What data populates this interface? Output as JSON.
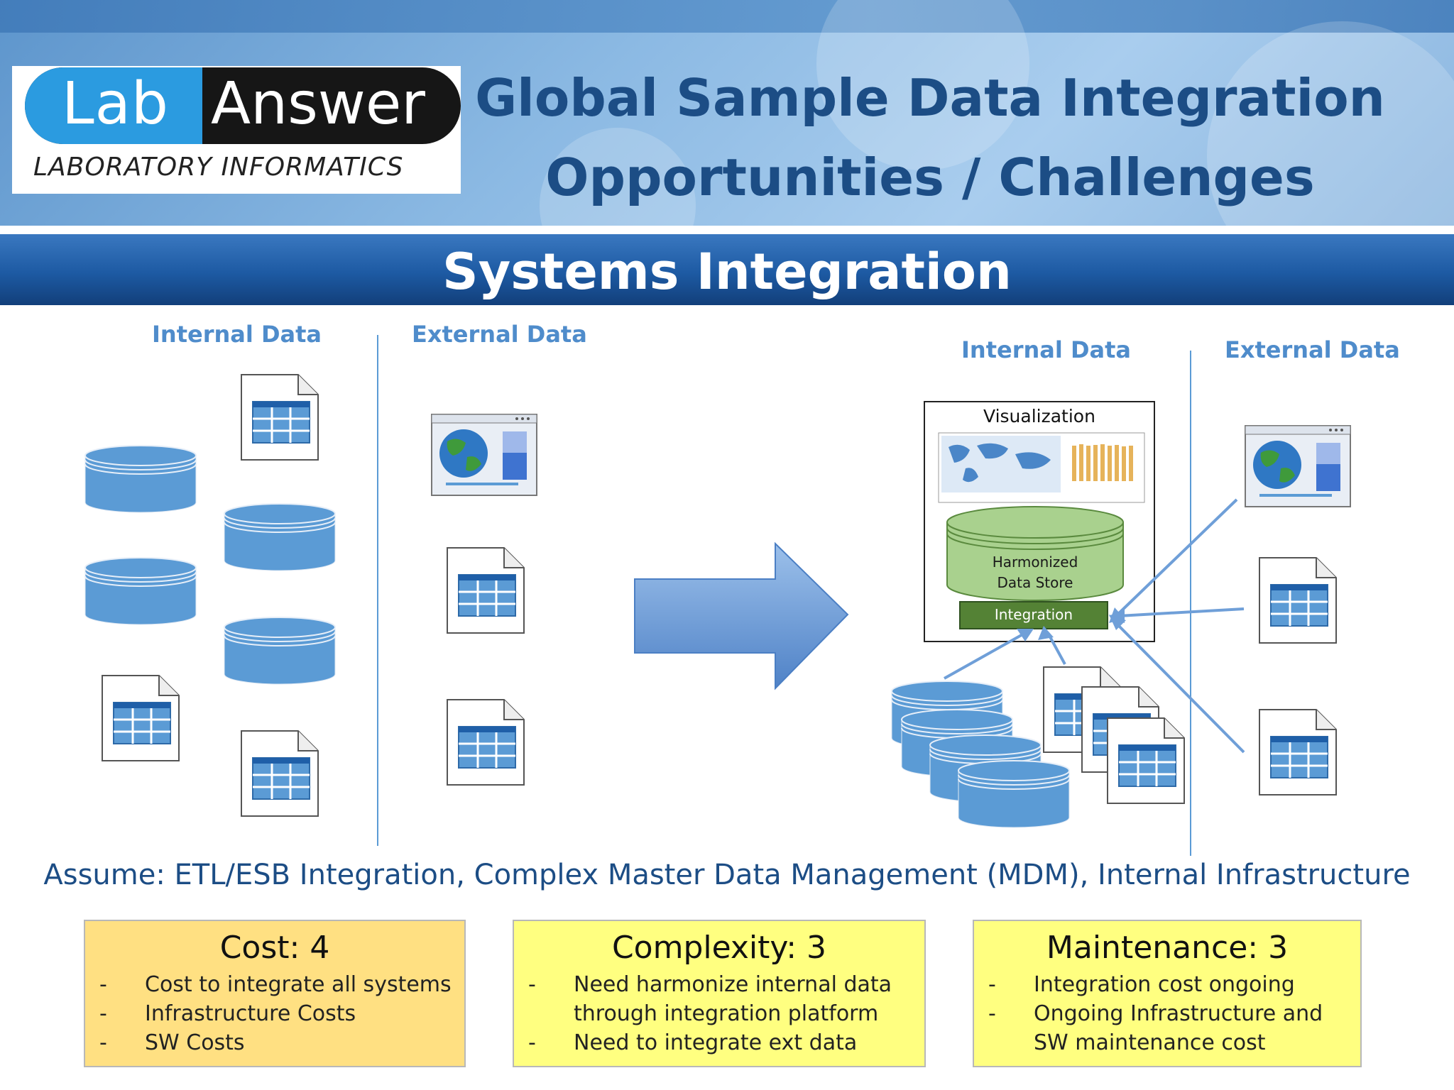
{
  "header": {
    "logo": {
      "lab": "Lab",
      "answer": "Answer",
      "subtitle": "LABORATORY INFORMATICS"
    },
    "title_line1": "Global Sample Data Integration",
    "title_line2": "Opportunities / Challenges"
  },
  "section_title": "Systems Integration",
  "left_diagram": {
    "internal_label": "Internal Data",
    "external_label": "External Data"
  },
  "right_diagram": {
    "internal_label": "Internal Data",
    "external_label": "External Data",
    "visualization_label": "Visualization",
    "store_label_line1": "Harmonized",
    "store_label_line2": "Data Store",
    "integration_label": "Integration"
  },
  "assume_text": "Assume: ETL/ESB Integration, Complex Master Data Management (MDM), Internal Infrastructure",
  "cards": [
    {
      "title": "Cost: 4",
      "items": [
        "Cost to integrate all systems",
        "Infrastructure Costs",
        "SW Costs"
      ],
      "color": "#ffe082"
    },
    {
      "title": "Complexity: 3",
      "items": [
        "Need harmonize internal data through integration platform",
        "Need to integrate ext data"
      ],
      "color": "#ffff80"
    },
    {
      "title": "Maintenance: 3",
      "items": [
        "Integration cost ongoing",
        "Ongoing Infrastructure and SW maintenance cost"
      ],
      "color": "#ffff80"
    }
  ],
  "colors": {
    "title": "#1c4d85",
    "db_blue": "#5b9bd5",
    "store_green": "#a9d18e",
    "integration_green": "#548235",
    "arrow_blue": "#6f9fd8"
  }
}
